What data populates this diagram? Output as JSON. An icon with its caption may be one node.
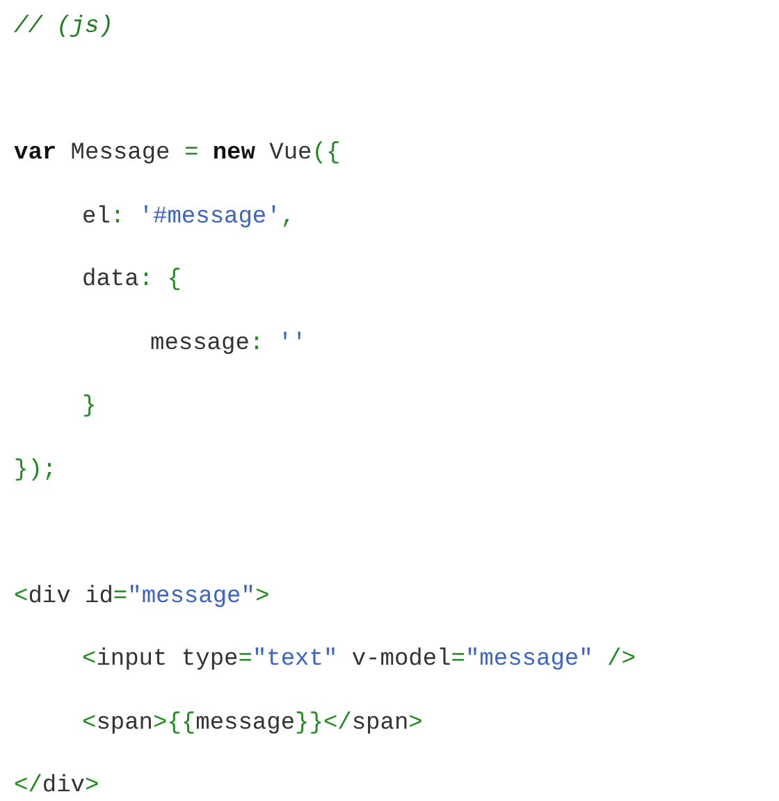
{
  "diagram": {
    "labels": [
      "// (js)",
      "**var** Message = **new** Vue({",
      "el: '#message',",
      "data: {",
      "message: ''",
      "}",
      "});",
      "<div id=\"message\">",
      "<input type=\"text\" v-model=\"message\" />",
      "<span>{{message}}</span>",
      "</div>"
    ]
  }
}
